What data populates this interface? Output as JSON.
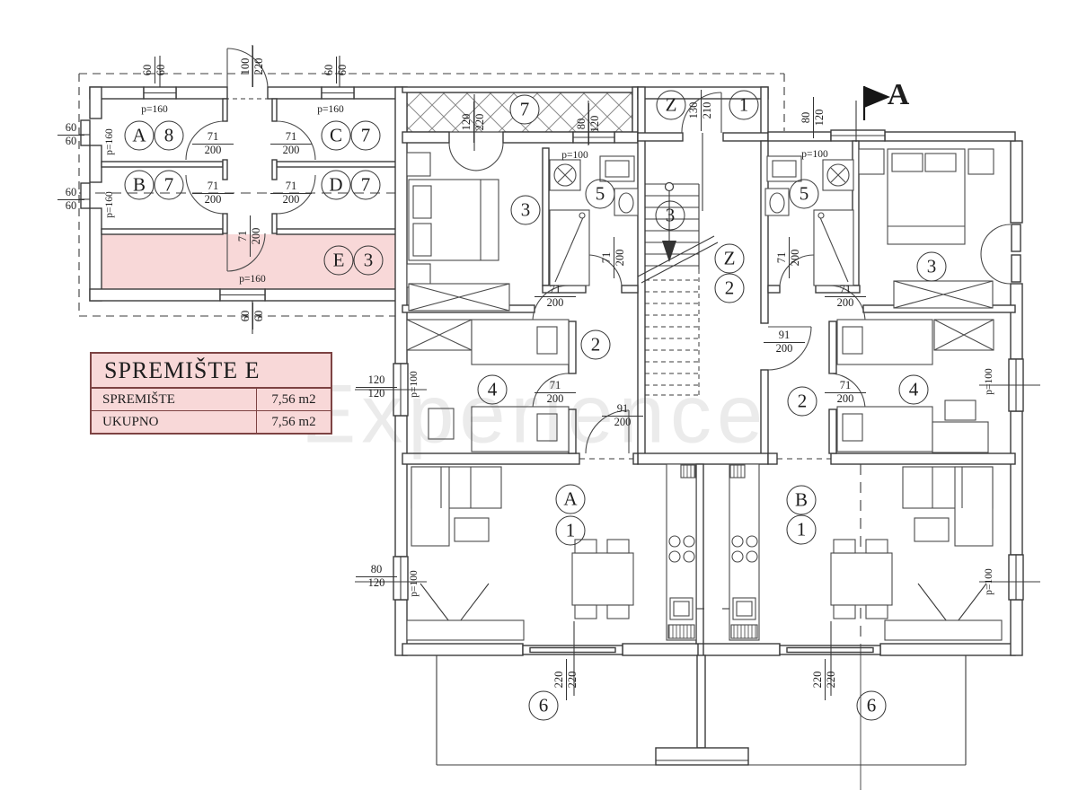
{
  "watermark": "Experience",
  "section_marker": "A",
  "legend": {
    "title": "SPREMIŠTE E",
    "rows": [
      {
        "label": "SPREMIŠTE",
        "value": "7,56 m2"
      },
      {
        "label": "UKUPNO",
        "value": "7,56 m2"
      }
    ]
  },
  "rooms": {
    "a": "A",
    "b": "B",
    "c": "C",
    "d": "D",
    "e": "E",
    "z": "Z"
  },
  "numbers": {
    "n1": "1",
    "n2": "2",
    "n3": "3",
    "n4": "4",
    "n5": "5",
    "n6": "6",
    "n7": "7",
    "n8": "8"
  },
  "dims": {
    "d60": "60",
    "d71": "71",
    "d80": "80",
    "d91": "91",
    "d100": "100",
    "d120": "120",
    "d130": "130",
    "d200": "200",
    "d210": "210",
    "d220": "220"
  },
  "labels": {
    "p100": "p=100",
    "p160": "p=160"
  },
  "colors": {
    "highlight": "#f8d8d8",
    "legend_border": "#7d4343",
    "line": "#3b3b3b"
  }
}
